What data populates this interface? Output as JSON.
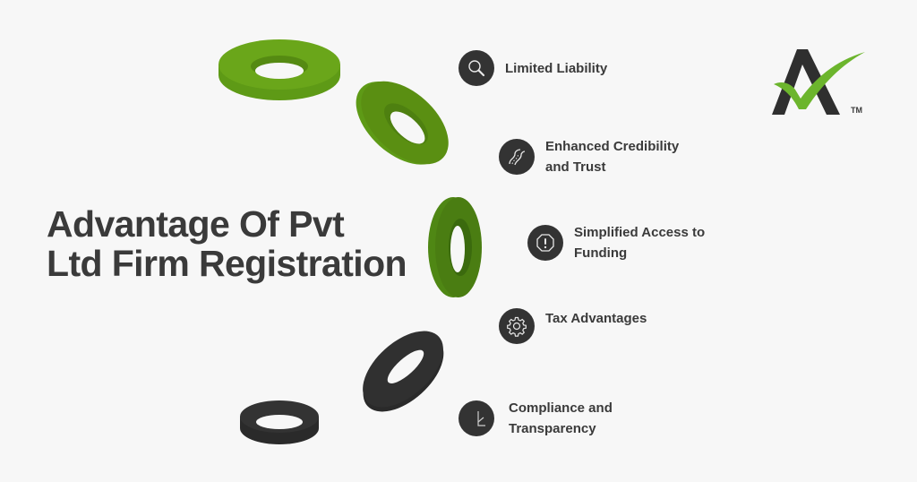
{
  "heading": {
    "line1": "Advantage Of Pvt",
    "line2": "Ltd Firm Registration"
  },
  "items": [
    {
      "icon": "magnifier-icon",
      "line1": "Limited Liability",
      "line2": ""
    },
    {
      "icon": "winding-road-icon",
      "line1": "Enhanced Credibility",
      "line2": "and Trust"
    },
    {
      "icon": "warning-octagon-icon",
      "line1": "Simplified Access to",
      "line2": "Funding"
    },
    {
      "icon": "gear-icon",
      "line1": "Tax Advantages",
      "line2": ""
    },
    {
      "icon": "chart-icon",
      "line1": "Compliance and",
      "line2": "Transparency"
    }
  ],
  "logo": {
    "trademark": "TM"
  },
  "colors": {
    "background": "#f7f7f7",
    "text": "#3a3a3a",
    "badge": "#333333",
    "green_light": "#6aa61a",
    "green_mid": "#5a9414",
    "green_dark": "#3f7010",
    "ring_dark": "#2e2e2e",
    "check_green": "#6cb52d"
  }
}
